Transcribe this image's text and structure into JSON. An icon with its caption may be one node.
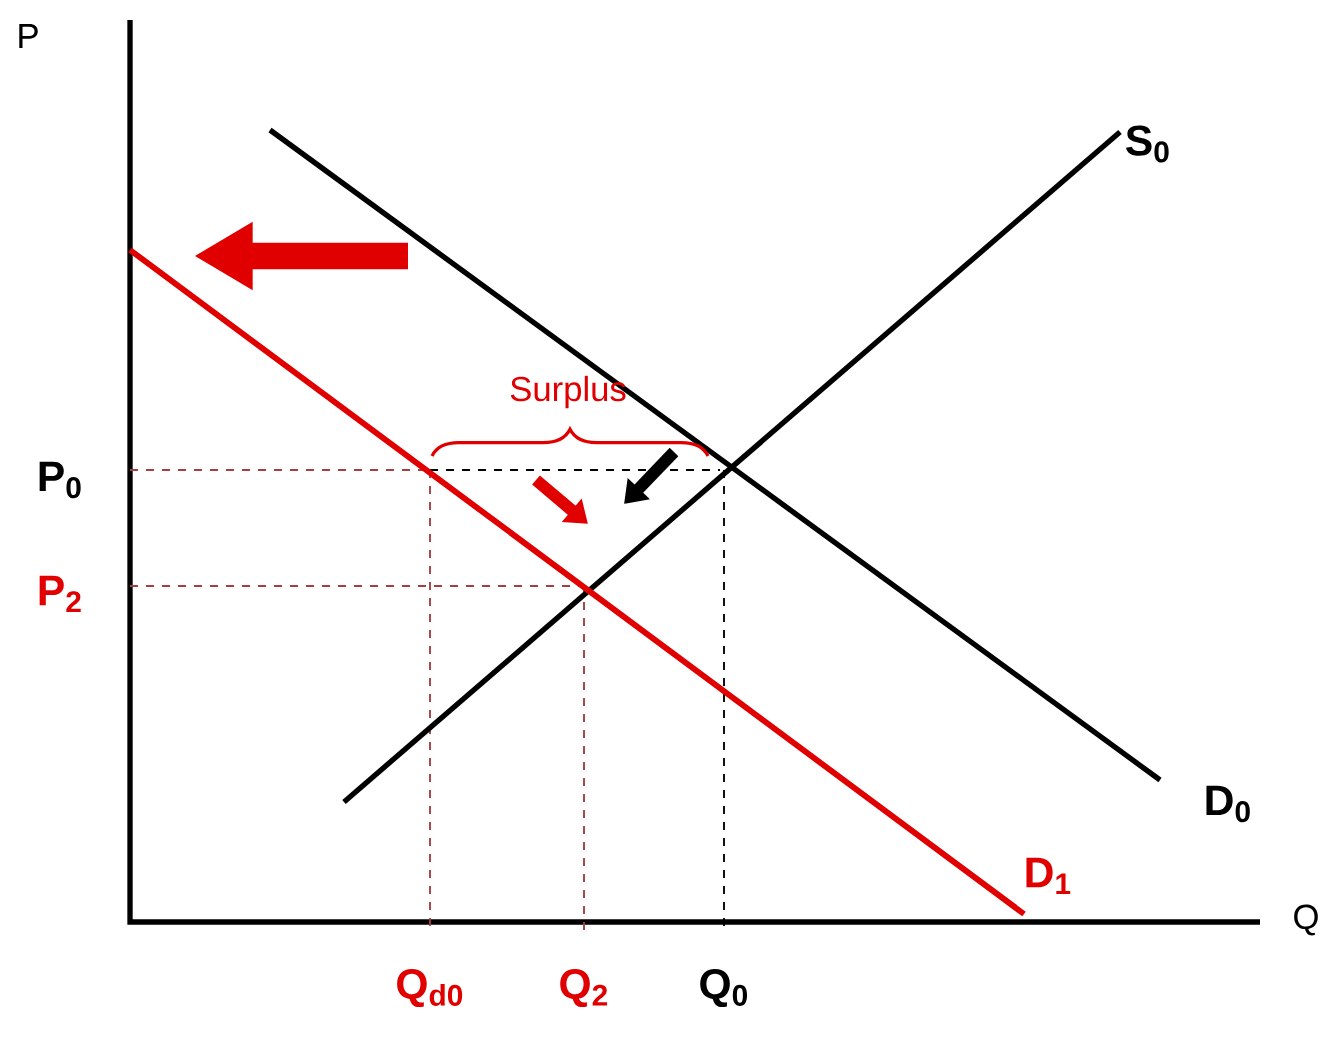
{
  "diagram": {
    "labels": [
      "P",
      "S$_{0}$",
      "Surplus",
      "P$_{0}$",
      "P$_{2}$",
      "D$_{0}$",
      "D$_{1}$",
      "Q",
      "Q$_{d0}$",
      "Q$_{2}$",
      "Q$_{0}$"
    ]
  }
}
